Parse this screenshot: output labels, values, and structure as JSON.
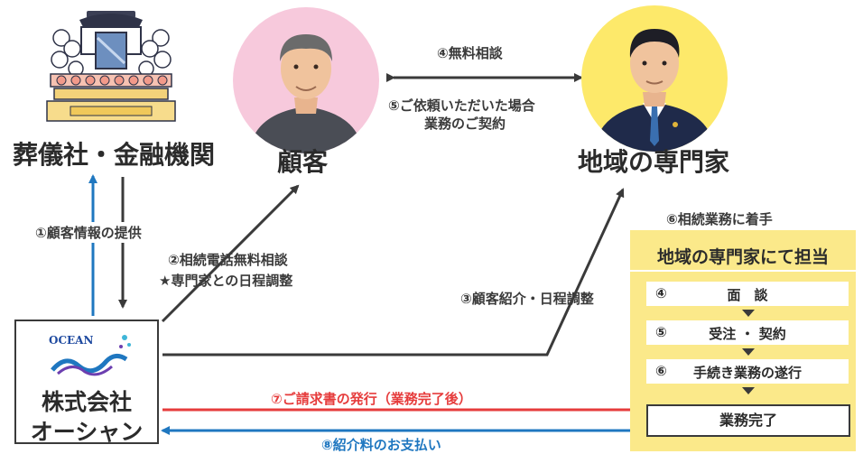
{
  "actors": {
    "funeral": "葬儀社・金融機関",
    "customer": "顧客",
    "expert": "地域の専門家"
  },
  "company": {
    "logo_text": "OCEAN",
    "name_line1": "株式会社",
    "name_line2": "オーシャン"
  },
  "flows": {
    "f1": "①顧客情報の提供",
    "f2_line1": "②相続電話無料相談",
    "f2_line2": "★専門家との日程調整",
    "f3": "③顧客紹介・日程調整",
    "f4": "④無料相談",
    "f5_line1": "⑤ご依頼いただいた場合",
    "f5_line2": "業務のご契約",
    "f6": "⑥相続業務に着手",
    "f7": "⑦ご請求書の発行（業務完了後）",
    "f8": "⑧紹介料のお支払い"
  },
  "panel": {
    "title": "地域の専門家にて担当",
    "steps": [
      {
        "num": "④",
        "text": "面　談"
      },
      {
        "num": "⑤",
        "text": "受注 ・ 契約"
      },
      {
        "num": "⑥",
        "text": "手続き業務の遂行"
      }
    ],
    "done": "業務完了"
  },
  "colors": {
    "blue": "#1f77c0",
    "red": "#e63c3c",
    "dark": "#3a3a3a",
    "pink": "#f7c9dc",
    "yellow": "#fde96a",
    "panel": "#fbe98a"
  }
}
